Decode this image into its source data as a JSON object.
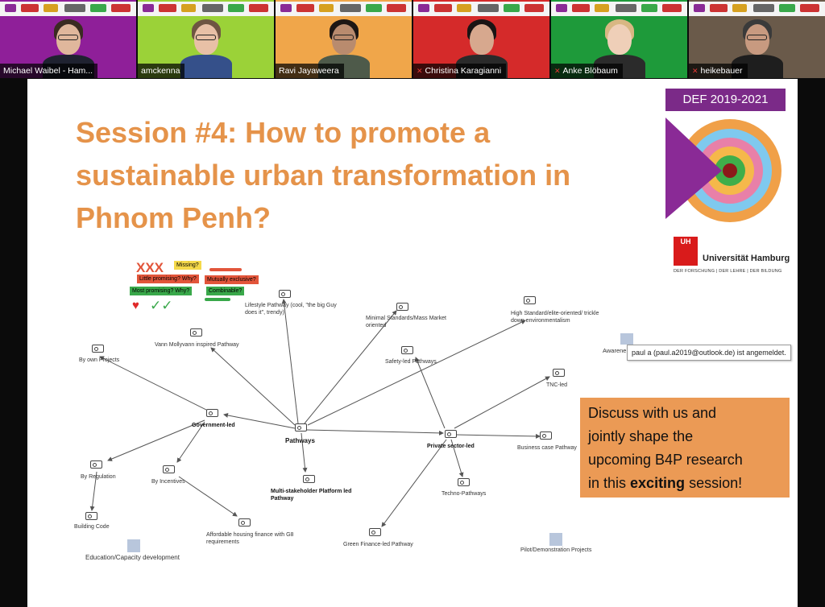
{
  "participants": [
    {
      "name": "Michael Waibel - Ham...",
      "bg": "#8f1f99",
      "skin": "#e0b79c",
      "hair": "#3a2b22",
      "shirt": "#1f2230",
      "muted": false,
      "glasses": true
    },
    {
      "name": "amckenna",
      "bg": "#9bd238",
      "skin": "#e8c0a6",
      "hair": "#6e5542",
      "shirt": "#35508a",
      "muted": false,
      "glasses": true
    },
    {
      "name": "Ravi Jayaweera",
      "bg": "#f0a64a",
      "skin": "#b98b6e",
      "hair": "#1d1714",
      "shirt": "#4e5a4a",
      "muted": false,
      "glasses": true
    },
    {
      "name": "Christina Karagianni",
      "bg": "#d52a2a",
      "skin": "#d7a88e",
      "hair": "#1a1414",
      "shirt": "#2a2a2a",
      "muted": true,
      "glasses": false
    },
    {
      "name": "Anke Blöbaum",
      "bg": "#1e9a3a",
      "skin": "#efcfb8",
      "hair": "#d8b783",
      "shirt": "#2b2b2b",
      "muted": true,
      "glasses": false
    },
    {
      "name": "heikebauer",
      "bg": "#6a5a4a",
      "skin": "#c89a80",
      "hair": "#3a3a3a",
      "shirt": "#1e1e1e",
      "muted": true,
      "glasses": true
    }
  ],
  "slide": {
    "title": "Session #4: How to promote a sustainable urban transformation in Phnom Penh?",
    "badge": "DEF 2019-2021",
    "uni_mark": "UH",
    "uni_name": "Universität Hamburg",
    "uni_sub": "DER FORSCHUNG | DER LEHRE | DER BILDUNG",
    "colors": {
      "title": "#e5934a",
      "purple": "#7b2a88",
      "box": "#eb9a55"
    }
  },
  "legend": {
    "cross_mark": "XXX",
    "missing": "Missing?",
    "little_promising": "Little promising? Why?",
    "mutually_exclusive": "Mutually exclusive?",
    "most_promising": "Most promising? Why?",
    "combinable": "Combinable?",
    "heart": "♥",
    "ticks": "✓✓"
  },
  "nodes": {
    "pathways": "Pathways",
    "government": "Government-led",
    "private": "Private sector-led",
    "multi": "Multi-stakeholder Platform led Pathway",
    "by_own": "By own Projects",
    "vann": "Vann Mollyvann inspired Pathway",
    "lifestyle": "Lifestyle Pathway (cool, \"the big Guy does it\", trendy)",
    "minimal": "Minimal Standards/Mass Market oriented",
    "high": "High Standard/elite-oriented/ trickle down environmentalism",
    "safety": "Safety-led Pathways",
    "tnc": "TNC-led",
    "business": "Business case Pathway",
    "techno": "Techno-Pathways",
    "green": "Green Finance-led Pathway",
    "regulation": "By Regulation",
    "incentives": "By Incentives",
    "building": "Building Code",
    "affordable": "Affordable housing finance with G8 requirements",
    "education": "Education/Capacity development",
    "pilot": "Pilot/Demonstration Projects",
    "awareness": "Awarene"
  },
  "tooltip": "paul a (paul.a2019@outlook.de) ist angemeldet.",
  "discuss": {
    "line1": "Discuss with us and",
    "line2": "jointly shape the",
    "line3": "upcoming B4P research",
    "line4_pre": "in this ",
    "line4_bold": "exciting",
    "line4_post": " session!"
  }
}
